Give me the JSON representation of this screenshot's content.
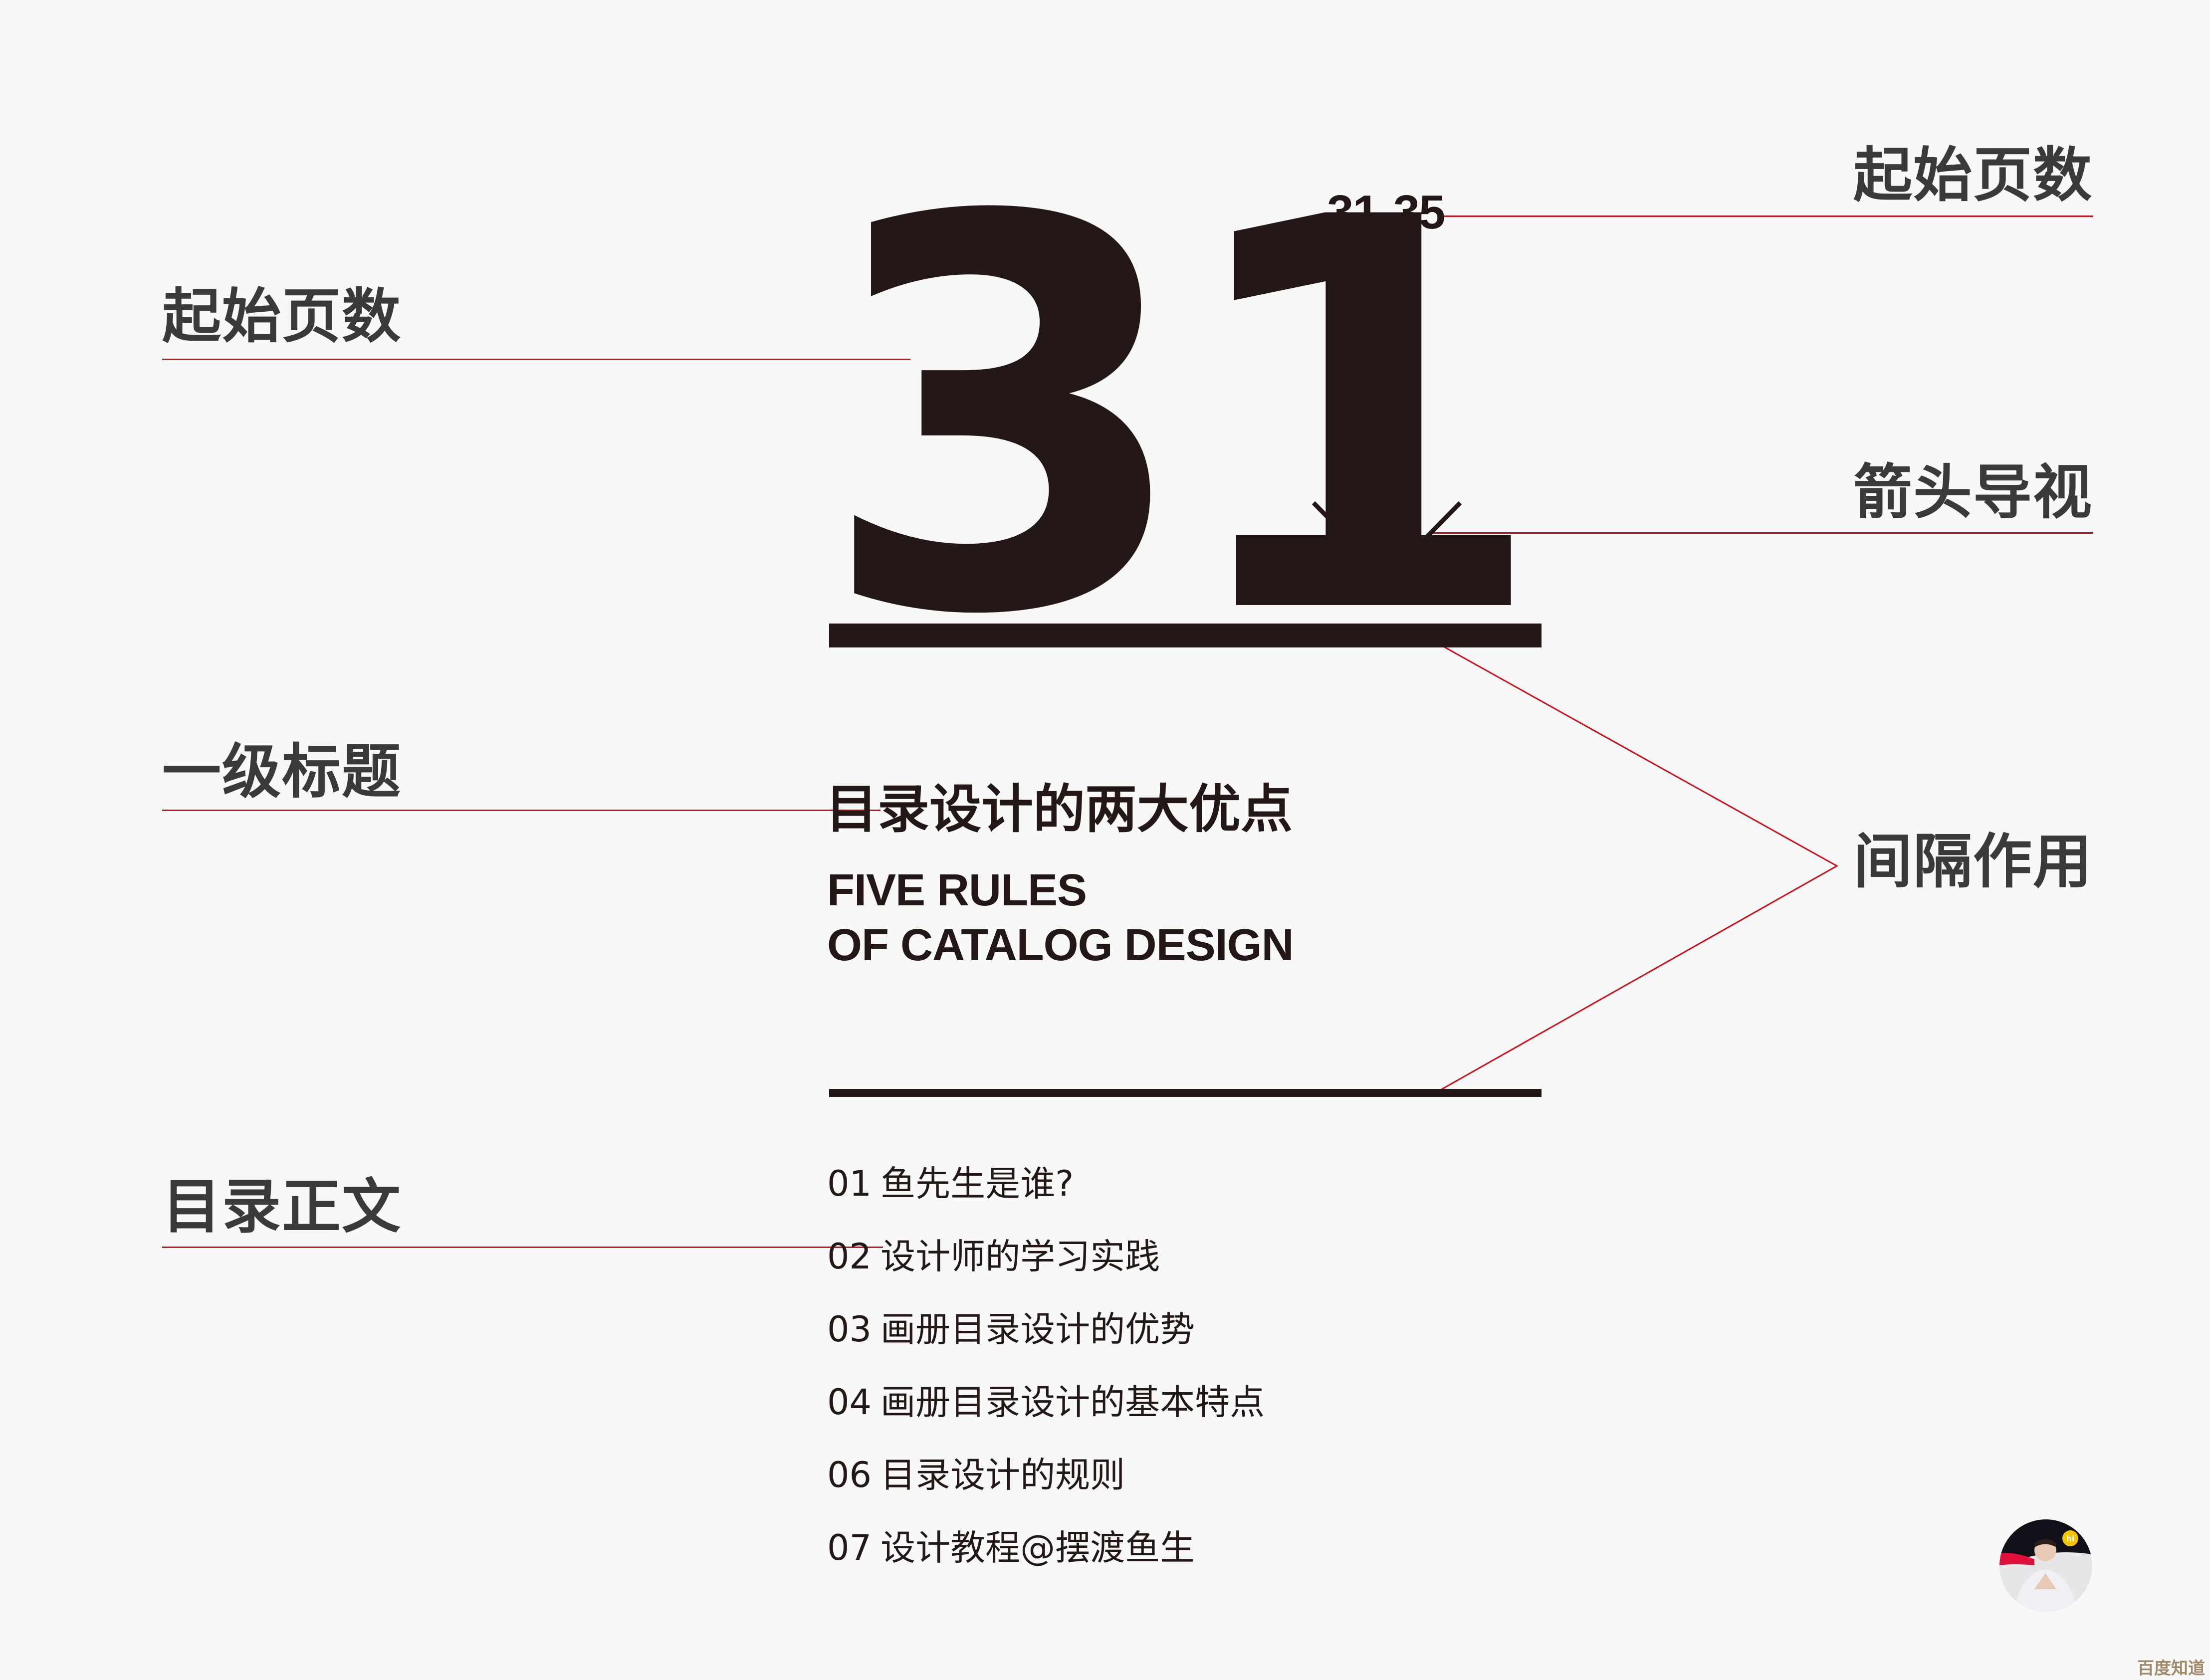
{
  "colors": {
    "background": "#f8f8f8",
    "ink": "#231815",
    "label_gray": "#3a3a3a",
    "annotation_red": "#d0121b",
    "watermark": "#a08a6a"
  },
  "main": {
    "page_number": "31",
    "page_range": "31-35",
    "arrow_icon": "chevron-down-icon",
    "heading_cn": "目录设计的两大优点",
    "heading_en_line1": "FIVE RULES",
    "heading_en_line2": "OF CATALOG DESIGN",
    "toc_items": [
      {
        "num": "01",
        "title": "鱼先生是谁?"
      },
      {
        "num": "02",
        "title": "设计师的学习实践"
      },
      {
        "num": "03",
        "title": "画册目录设计的优势"
      },
      {
        "num": "04",
        "title": "画册目录设计的基本特点"
      },
      {
        "num": "06",
        "title": "目录设计的规则"
      },
      {
        "num": "07",
        "title": "设计教程@摆渡鱼生"
      }
    ]
  },
  "annotations": {
    "left": [
      {
        "label": "起始页数"
      },
      {
        "label": "一级标题"
      },
      {
        "label": "目录正文"
      }
    ],
    "right": [
      {
        "label": "起始页数"
      },
      {
        "label": "箭头导视"
      },
      {
        "label": "间隔作用"
      }
    ]
  },
  "avatar": {
    "badge_text": "hi",
    "badge_color": "#f5c400",
    "accent_color": "#e0103a"
  },
  "watermark": "百度知道"
}
